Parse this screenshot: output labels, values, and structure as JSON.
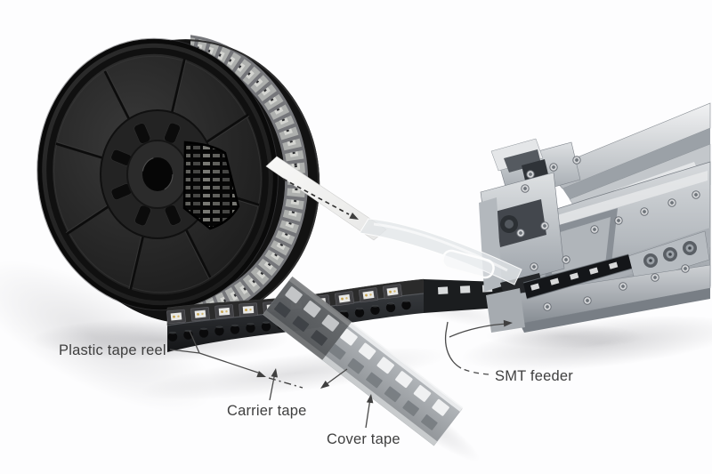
{
  "figure": {
    "type": "annotated-product-photo",
    "subject": "smt-component-tape-reel-feeding-into-smt-feeder",
    "background": "#fdfdfe"
  },
  "labels": {
    "reel": "Plastic tape reel",
    "carrier": "Carrier tape",
    "cover": "Cover tape",
    "feeder": "SMT feeder"
  },
  "colors": {
    "label_text": "#3f3f3f",
    "leader_line": "#4a4a4a",
    "reel_body": "#1d1d1d",
    "carrier_tape_dark": "#202020",
    "component_bright": "#e8e8e6",
    "component_gold": "#c6a24c",
    "cover_tape_grey": "#b9bcbf",
    "metal_light": "#e6e8ea",
    "metal_mid": "#b4b9be",
    "metal_dark": "#7d838a"
  }
}
